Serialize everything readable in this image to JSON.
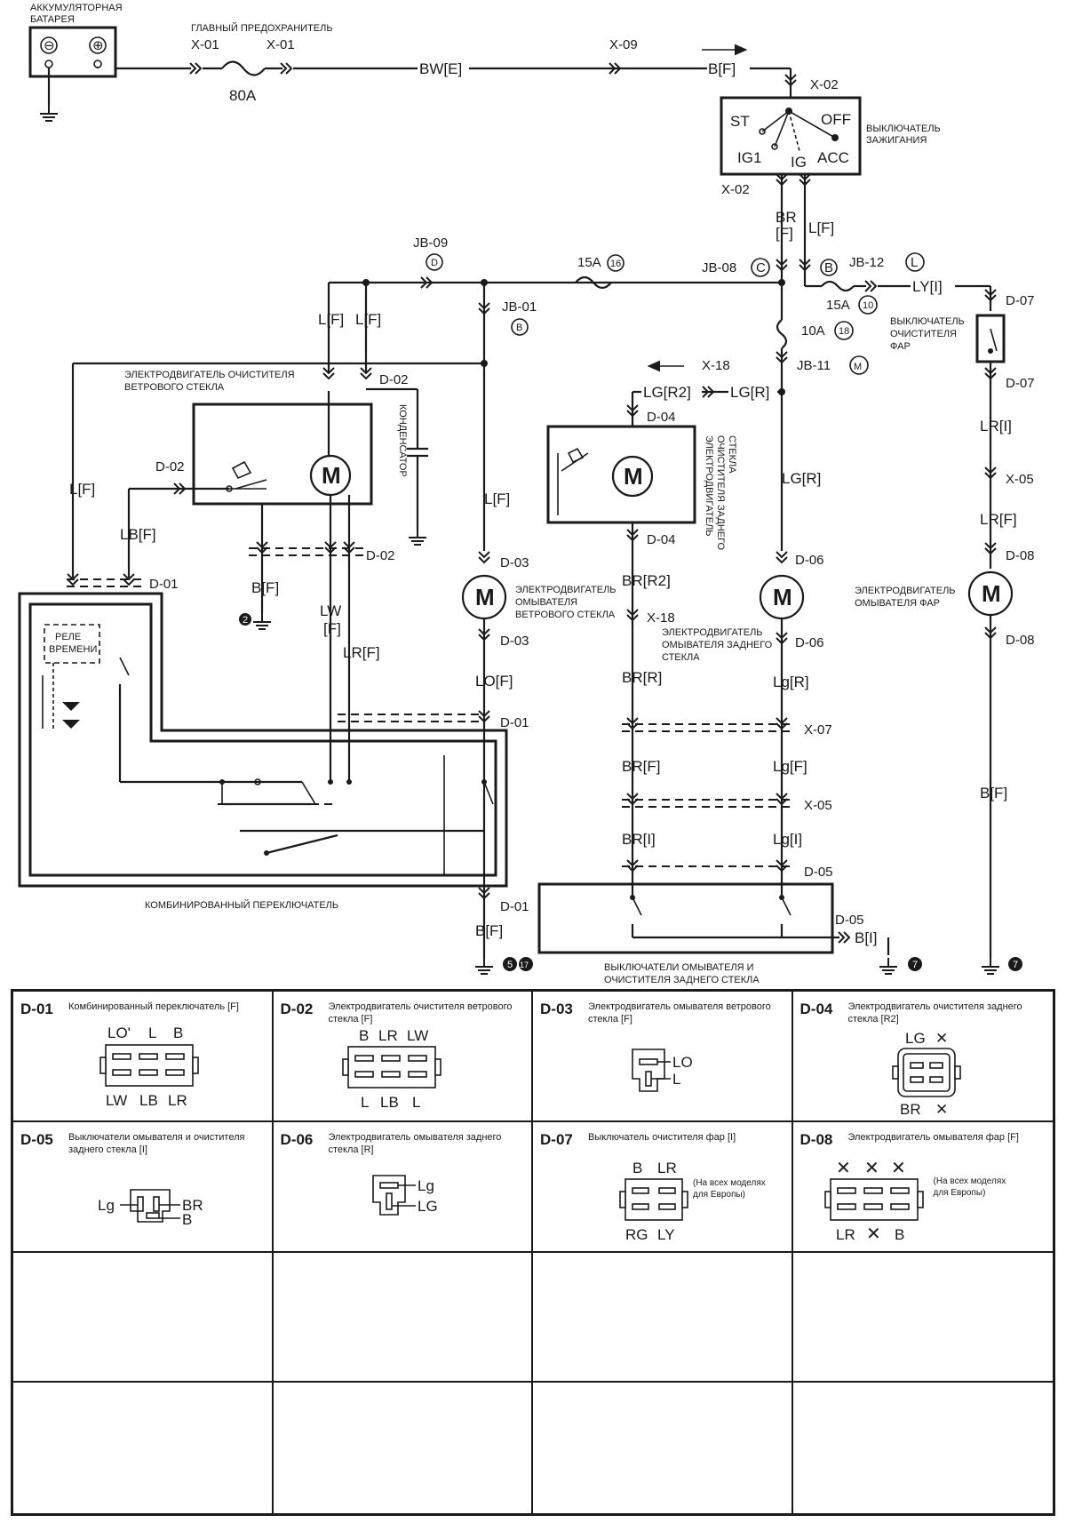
{
  "schematic": {
    "battery": {
      "label_line1": "АККУМУЛЯТОРНАЯ",
      "label_line2": "БАТАРЕЯ",
      "minus": "⊖",
      "plus": "⊕"
    },
    "main_fuse": {
      "label": "ГЛАВНЫЙ ПРЕДОХРАНИТЕЛЬ",
      "conn_left": "X-01",
      "conn_right": "X-01",
      "rating": "80A"
    },
    "wires": {
      "bw_e": "BW[E]",
      "x09": "X-09",
      "b_f_top": "B[F]",
      "br_f_1": "BR",
      "br_f_2": "[F]",
      "l_f_ign": "L[F]",
      "ly_i": "LY[I]",
      "l_f_a": "L[F]",
      "l_f_b": "L[F]",
      "l_f_left": "L[F]",
      "lb_f": "LB[F]",
      "b_f_mid": "B[F]",
      "lw_1": "LW",
      "lw_2": "[F]",
      "lr_f": "LR[F]",
      "l_f_washer": "L[F]",
      "lo_f": "LO[F]",
      "b_f_bottom": "B[F]",
      "lg_r2": "LG[R2]",
      "lg_r": "LG[R]",
      "lg_r_mid": "LG[R]",
      "br_r2": "BR[R2]",
      "br_r": "BR[R]",
      "br_f_low": "BR[F]",
      "br_i": "BR[I]",
      "lg_r_low": "Lg[R]",
      "lg_f_low": "Lg[F]",
      "lg_i_low": "Lg[I]",
      "b_i": "B[I]",
      "lr_i": "LR[I]",
      "lr_f_right": "LR[F]",
      "b_f_right": "B[F]"
    },
    "ignition": {
      "label_line1": "ВЫКЛЮЧАТЕЛЬ",
      "label_line2": "ЗАЖИГАНИЯ",
      "conn_top": "X-02",
      "conn_bottom": "X-02",
      "st": "ST",
      "off": "OFF",
      "ig1": "IG1",
      "ig2": "IG",
      "acc": "ACC"
    },
    "fuses": {
      "jb09": "JB-09",
      "jb09_sym": "D",
      "f15a_16": "15A",
      "f15a_16_num": "16",
      "jb08": "JB-08",
      "jb08_sym": "C",
      "jb08_b": "B",
      "jb12": "JB-12",
      "jb12_sym": "L",
      "f15a_10": "15A",
      "f15a_10_num": "10",
      "jb01": "JB-01",
      "jb01_sym": "B",
      "f10a": "10A",
      "f10a_num": "18",
      "jb11": "JB-11",
      "jb11_sym": "M"
    },
    "connectors": {
      "d02_top": "D-02",
      "d02_left": "D-02",
      "d02_bottom": "D-02",
      "d01_left": "D-01",
      "d03_top": "D-03",
      "d03_bottom": "D-03",
      "d01_mid": "D-01",
      "d01_bottom": "D-01",
      "x18_top": "X-18",
      "d04_top": "D-04",
      "d04_bottom": "D-04",
      "x18_mid": "X-18",
      "d06_top": "D-06",
      "d06_bottom": "D-06",
      "x07": "X-07",
      "x05_mid": "X-05",
      "d05_top": "D-05",
      "d05_right": "D-05",
      "d07_top": "D-07",
      "d07_bottom": "D-07",
      "x05_right": "X-05",
      "d08_top": "D-08",
      "d08_bottom": "D-08"
    },
    "components": {
      "wiper_motor_1": "ЭЛЕКТРОДВИГАТЕЛЬ ОЧИСТИТЕЛЯ",
      "wiper_motor_2": "ВЕТРОВОГО СТЕКЛА",
      "capacitor": "КОНДЕНСАТОР",
      "relay_1": "РЕЛЕ",
      "relay_2": "ВРЕМЕНИ",
      "combo_switch": "КОМБИНИРОВАННЫЙ ПЕРЕКЛЮЧАТЕЛЬ",
      "ws_washer_1": "ЭЛЕКТРОДВИГАТЕЛЬ",
      "ws_washer_2": "ОМЫВАТЕЛЯ",
      "ws_washer_3": "ВЕТРОВОГО СТЕКЛА",
      "rear_wiper_1": "ЭЛЕКТРОДВИГАТЕЛЬ",
      "rear_wiper_2": "ОЧИСТИТЕЛЯ ЗАДНЕГО",
      "rear_wiper_3": "СТЕКЛА",
      "rear_washer_1": "ЭЛЕКТРОДВИГАТЕЛЬ",
      "rear_washer_2": "ОМЫВАТЕЛЯ ЗАДНЕГО",
      "rear_washer_3": "СТЕКЛА",
      "rear_switch_1": "ВЫКЛЮЧАТЕЛИ ОМЫВАТЕЛЯ И",
      "rear_switch_2": "ОЧИСТИТЕЛЯ ЗАДНЕГО СТЕКЛА",
      "hl_switch_1": "ВЫКЛЮЧАТЕЛЬ",
      "hl_switch_2": "ОЧИСТИТЕЛЯ",
      "hl_switch_3": "ФАР",
      "hl_washer_1": "ЭЛЕКТРОДВИГАТЕЛЬ",
      "hl_washer_2": "ОМЫВАТЕЛЯ ФАР",
      "motor": "M"
    },
    "grounds": {
      "g2": "2",
      "g5": "5",
      "g17": "17",
      "g7a": "7",
      "g7b": "7"
    }
  },
  "legend": [
    {
      "id": "D-01",
      "title": "Комбинированный переключатель [F]",
      "pins_top": [
        "LO'",
        "L",
        "B"
      ],
      "pins_bottom": [
        "LW",
        "LB",
        "LR"
      ]
    },
    {
      "id": "D-02",
      "title": "Электродвигатель очистителя ветрового стекла [F]",
      "pins_top": [
        "B",
        "LR",
        "LW"
      ],
      "pins_bottom": [
        "L",
        "LB",
        "L"
      ]
    },
    {
      "id": "D-03",
      "title": "Электродвигатель омывателя ветрового стекла [F]",
      "pins": [
        "LO",
        "L"
      ]
    },
    {
      "id": "D-04",
      "title": "Электродвигатель очистителя заднего стекла [R2]",
      "pins_top": [
        "LG",
        "✕"
      ],
      "pins_bottom": [
        "BR",
        "✕"
      ]
    },
    {
      "id": "D-05",
      "title": "Выключатели омывателя и очистителя заднего стекла [I]",
      "pins": [
        "Lg",
        "BR",
        "B"
      ]
    },
    {
      "id": "D-06",
      "title": "Электродвигатель омывателя заднего стекла [R]",
      "pins": [
        "Lg",
        "LG"
      ]
    },
    {
      "id": "D-07",
      "title": "Выключатель очистителя фар [I]",
      "note_1": "(На всех моделях",
      "note_2": "для Европы)",
      "pins_top": [
        "B",
        "LR"
      ],
      "pins_bottom": [
        "RG",
        "LY"
      ]
    },
    {
      "id": "D-08",
      "title": "Электродвигатель омывателя фар [F]",
      "note_1": "(На всех моделях",
      "note_2": "для Европы)",
      "pins_top": [
        "✕",
        "✕",
        "✕"
      ],
      "pins_bottom": [
        "LR",
        "✕",
        "B"
      ]
    }
  ]
}
